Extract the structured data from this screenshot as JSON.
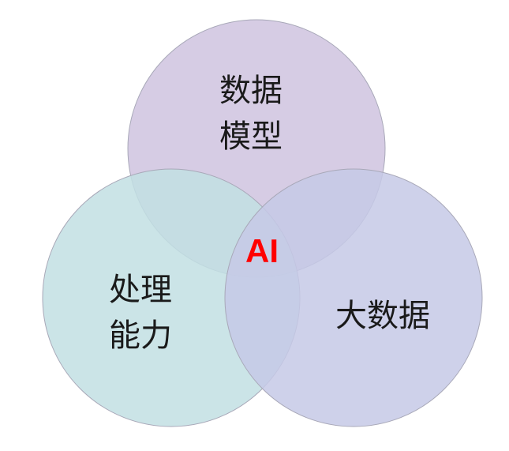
{
  "diagram": {
    "circles": {
      "top": {
        "line1": "数据",
        "line2": "模型",
        "color": "#cfc3df"
      },
      "left": {
        "line1": "处理",
        "line2": "能力",
        "color": "#c2dfe3"
      },
      "right": {
        "line1": "大数据",
        "color": "#c6c9e6"
      }
    },
    "intersection": {
      "label": "AI",
      "color": "#ff0000"
    }
  }
}
